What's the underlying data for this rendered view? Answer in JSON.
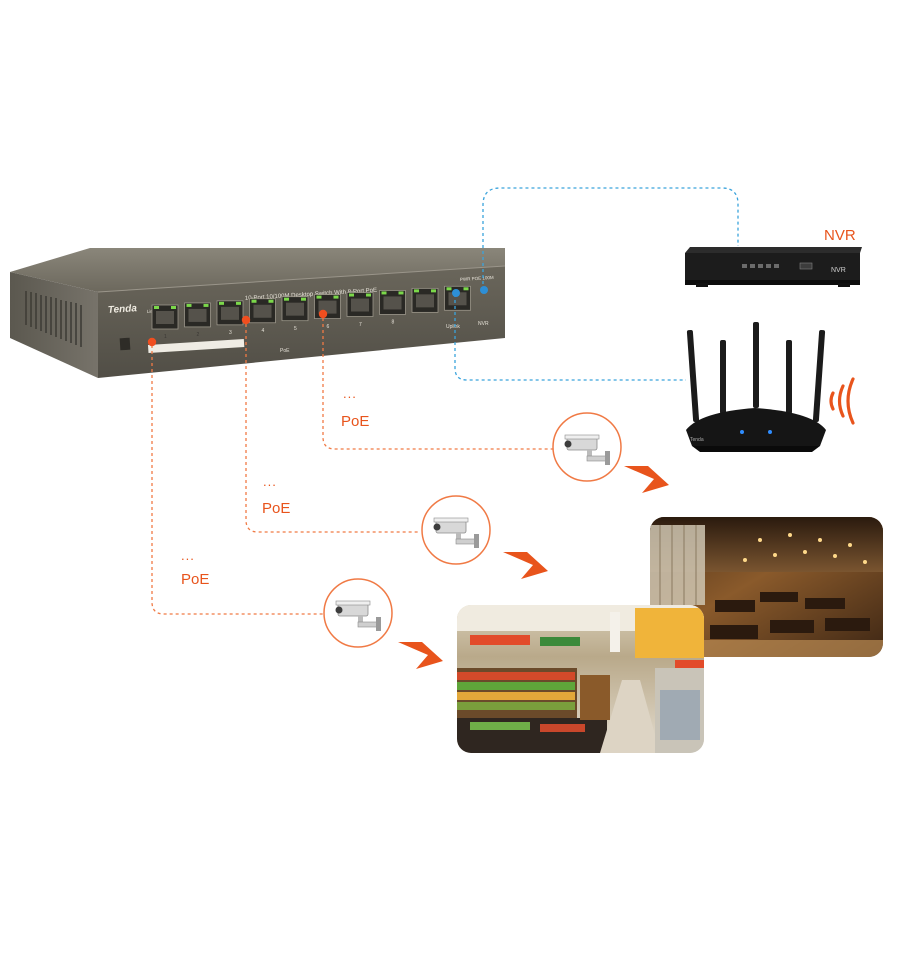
{
  "switch": {
    "brand": "Tenda",
    "model_text": "10-Port 10/100M Desktop Switch With 8-Port PoE",
    "port_numbers": [
      "1",
      "2",
      "3",
      "4",
      "5",
      "6",
      "7",
      "8"
    ],
    "poe_label": "PoE",
    "uplink_label": "Uplink",
    "nvr_port_label": "NVR",
    "top_small_text": "PWR POE 100M",
    "link_label": "Link/Act"
  },
  "nvr_device": {
    "label": "NVR",
    "face_text": "NVR"
  },
  "router": {
    "brand": "Tenda"
  },
  "connections": [
    {
      "name": "poe-link-1",
      "dots": "...",
      "label": "PoE"
    },
    {
      "name": "poe-link-2",
      "dots": "...",
      "label": "PoE"
    },
    {
      "name": "poe-link-3",
      "dots": "...",
      "label": "PoE"
    }
  ],
  "icons": {
    "camera": "security-camera-icon",
    "arrow": "arrow-right-icon",
    "wifi": "wifi-signal-icon"
  },
  "colors": {
    "poe_line": "#f07a45",
    "network_line": "#3aa3dc",
    "accent": "#e8541c",
    "switch_body": "#6e6a5e"
  }
}
